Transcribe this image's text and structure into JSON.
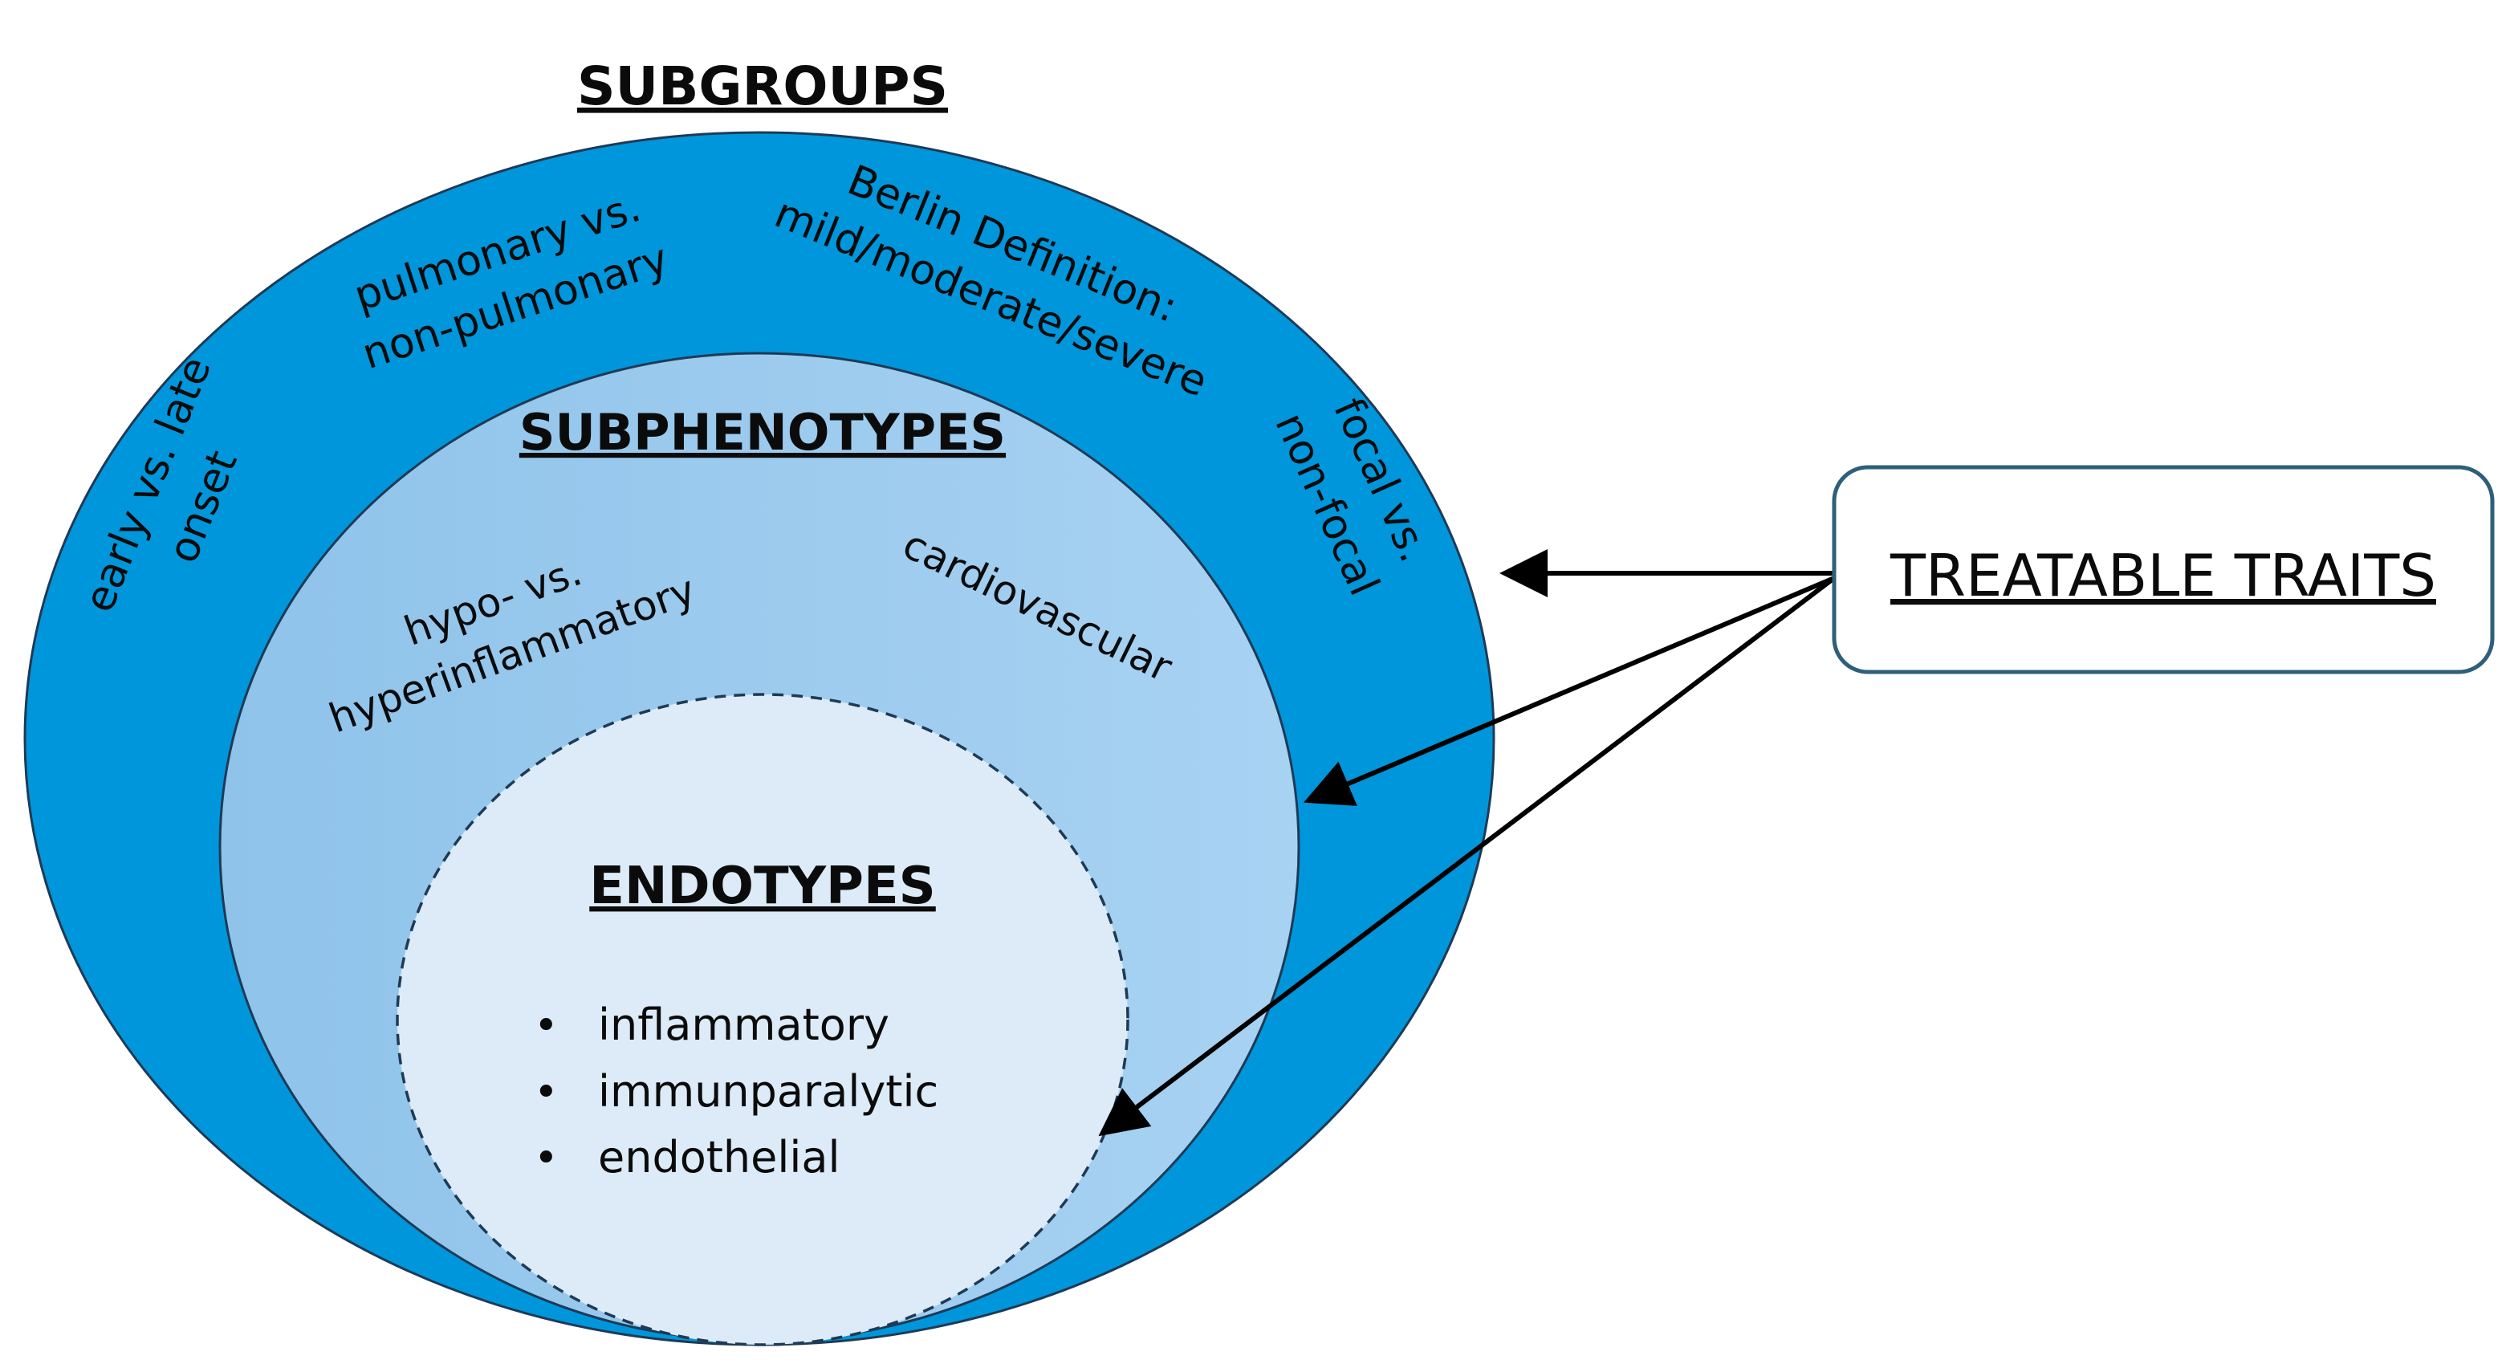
{
  "subgroups": {
    "title": "SUBGROUPS",
    "items": {
      "pulmonary": [
        "pulmonary vs.",
        "non-pulmonary"
      ],
      "berlin": [
        "Berlin Definition:",
        "mild/moderate/severe"
      ],
      "onset": [
        "early vs. late",
        "onset"
      ],
      "focal": [
        "focal vs.",
        "non-focal"
      ]
    }
  },
  "subphenotypes": {
    "title": "SUBPHENOTYPES",
    "items": {
      "inflammatory": [
        "hypo- vs.",
        "hyperinflammatory"
      ],
      "cardiovascular": [
        "cardiovascular"
      ]
    }
  },
  "endotypes": {
    "title": "ENDOTYPES",
    "bullet": "•",
    "items": [
      "inflammatory",
      "immunparalytic",
      "endothelial"
    ]
  },
  "treatable_traits": {
    "label": "TREATABLE TRAITS"
  },
  "colors": {
    "outer_fill": "#0096DC",
    "middle_fill_left": "#8FC3EA",
    "middle_fill_right": "#A8D2F2",
    "inner_fill": "#DCEBF7",
    "outline": "#1E3A55",
    "box_border": "#2E5F7A",
    "arrow": "#000000"
  }
}
